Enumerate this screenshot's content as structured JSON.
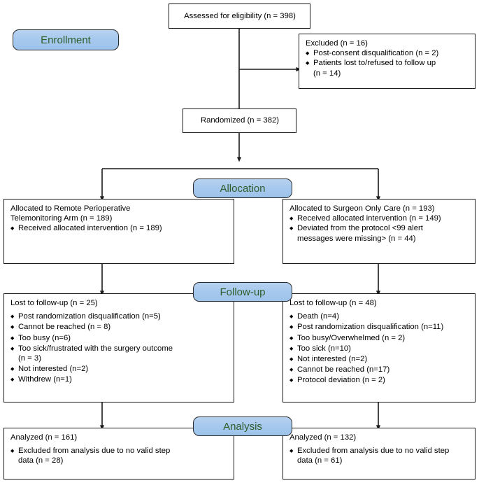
{
  "diagram": {
    "kind": "consort-flow-diagram",
    "accent_fill": "#A6C8EE",
    "accent_text": "#2F5E2A",
    "border_color": "#1A1A1A",
    "background": "#FFFFFF"
  },
  "phases": {
    "enrollment": "Enrollment",
    "allocation": "Allocation",
    "followup": "Follow-up",
    "analysis": "Analysis"
  },
  "nodes": {
    "assessed": {
      "title": "Assessed for eligibility (n = 398)"
    },
    "excluded": {
      "title": "Excluded (n = 16)",
      "bullets": [
        "Post-consent disqualification (n = 2)",
        "Patients lost to/refused to follow up\n      (n = 14)"
      ]
    },
    "randomized": {
      "title": "Randomized (n = 382)"
    },
    "alloc_left": {
      "title": "Allocated to Remote Perioperative\nTelemonitoring Arm (n = 189)",
      "bullets": [
        "Received allocated intervention (n = 189)"
      ]
    },
    "alloc_right": {
      "title": "Allocated to Surgeon Only Care (n = 193)",
      "bullets": [
        "Received allocated intervention (n = 149)",
        "Deviated from the protocol <99 alert\n     messages were missing> (n = 44)"
      ]
    },
    "followup_left": {
      "title": "Lost to follow-up (n = 25)",
      "bullets": [
        "Post randomization disqualification (n=5)",
        "Cannot be reached (n = 8)",
        "Too busy (n=6)",
        "Too sick/frustrated with the surgery outcome\n     (n = 3)",
        "Not interested (n=2)",
        "Withdrew (n=1)"
      ]
    },
    "followup_right": {
      "title": "Lost to follow-up (n = 48)",
      "bullets": [
        "Death (n=4)",
        "Post randomization disqualification (n=11)",
        "Too busy/Overwhelmed (n = 2)",
        "Too sick (n=10)",
        "Not interested (n=2)",
        "Cannot be reached (n=17)",
        "Protocol deviation (n = 2)"
      ]
    },
    "analysis_left": {
      "title": "Analyzed (n = 161)",
      "bullets": [
        "Excluded from analysis due to no valid step\ndata (n = 28)"
      ]
    },
    "analysis_right": {
      "title": "Analyzed (n = 132)",
      "bullets": [
        "Excluded from analysis due to no valid step\ndata (n = 61)"
      ]
    }
  }
}
